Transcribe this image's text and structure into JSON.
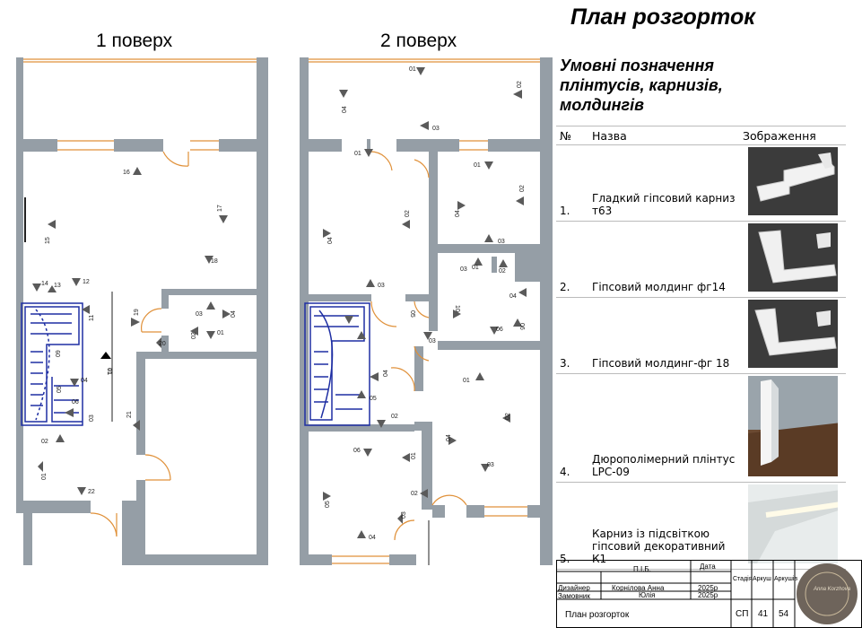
{
  "title": "План розгорток",
  "floors": {
    "first": "1 поверх",
    "second": "2 поверх"
  },
  "legend": {
    "title_lines": [
      "Умовні позначення",
      "плінтусів, карнизів,",
      "молдингів"
    ],
    "headers": {
      "num": "№",
      "name": "Назва",
      "image": "Зображення"
    },
    "rows": [
      {
        "num": "1.",
        "name": "Гладкий гіпсовий карниз т63"
      },
      {
        "num": "2.",
        "name": "Гіпсовий молдинг фг14"
      },
      {
        "num": "3.",
        "name": "Гіпсовий молдинг-фг 18"
      },
      {
        "num": "4.",
        "name": "Дюрополімерний плінтус LPC-09"
      },
      {
        "num": "5.",
        "name": "Карниз із підсвіткою гіпсовий декоративний К1"
      }
    ]
  },
  "stamp": {
    "pib": "П.І.Б.",
    "date_header": "Дата",
    "designer_label": "Дизайнер",
    "designer_name": "Корнілова Анна",
    "designer_date": "2025р",
    "client_label": "Замовник",
    "client_name": "Юлія",
    "client_date": "2025р",
    "stage_header": "Стадія",
    "sheet_header": "Аркуш",
    "sheets_header": "Аркушів",
    "sheet_title": "План розгорток",
    "stage": "СП",
    "sheet": "41",
    "sheets": "54",
    "seal_text": "Anna Korzhova"
  },
  "plan1_labels": [
    "16",
    "15",
    "17",
    "18",
    "14",
    "13",
    "12",
    "11",
    "19",
    "20",
    "03",
    "04",
    "02",
    "01",
    "09",
    "05",
    "06",
    "04",
    "03",
    "21",
    "02",
    "01",
    "22",
    "01"
  ],
  "plan2_labels": [
    "01",
    "02",
    "04",
    "03",
    "01",
    "01",
    "02",
    "04",
    "03",
    "02",
    "04",
    "03",
    "01",
    "03",
    "02",
    "04",
    "10",
    "03",
    "05",
    "06",
    "06",
    "05",
    "04",
    "01",
    "02",
    "04",
    "03",
    "06",
    "01",
    "02",
    "05",
    "04",
    "02",
    "03"
  ]
}
